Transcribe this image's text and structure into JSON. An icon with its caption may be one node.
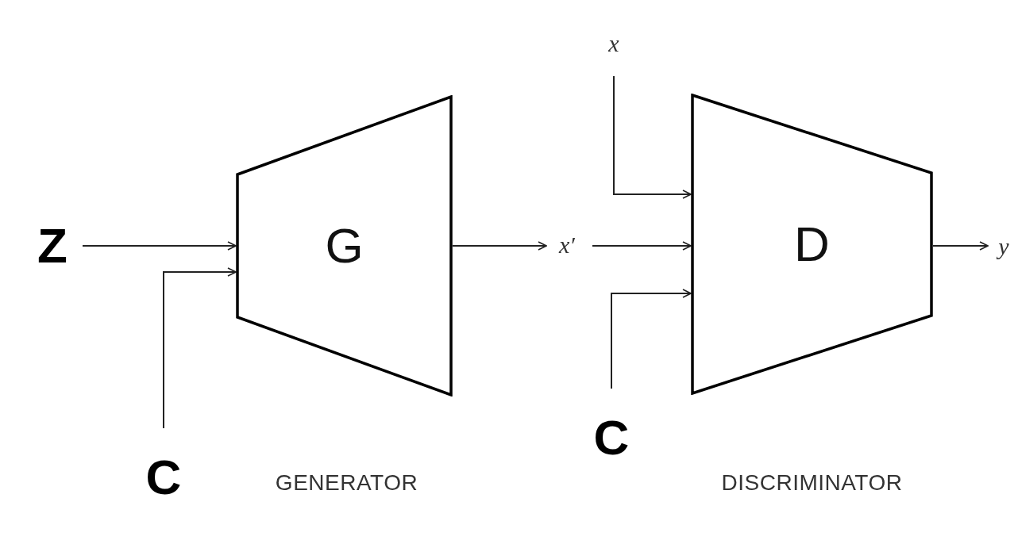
{
  "diagram": {
    "nodes": [
      {
        "text": [
          "Z"
        ]
      },
      {
        "text": [
          "C"
        ]
      },
      {
        "text": [
          "G"
        ],
        "beside": [
          "GENERATOR"
        ]
      },
      {
        "text": [
          "x"
        ]
      },
      {
        "text": [
          "x′"
        ]
      },
      {
        "text": [
          "C"
        ]
      },
      {
        "text": [
          "D"
        ],
        "beside": [
          "DISCRIMINATOR"
        ]
      },
      {
        "text": [
          "y"
        ]
      }
    ],
    "edges": [
      {
        "from": 0,
        "to": 2,
        "arrow": "to"
      },
      {
        "from": 1,
        "to": 2,
        "arrow": "to"
      },
      {
        "from": 2,
        "to": 4,
        "arrow": "to"
      },
      {
        "from": 3,
        "to": 6,
        "arrow": "to"
      },
      {
        "from": 4,
        "to": 6,
        "arrow": "to"
      },
      {
        "from": 5,
        "to": 6,
        "arrow": "to"
      },
      {
        "from": 6,
        "to": 7,
        "arrow": "to"
      }
    ]
  }
}
